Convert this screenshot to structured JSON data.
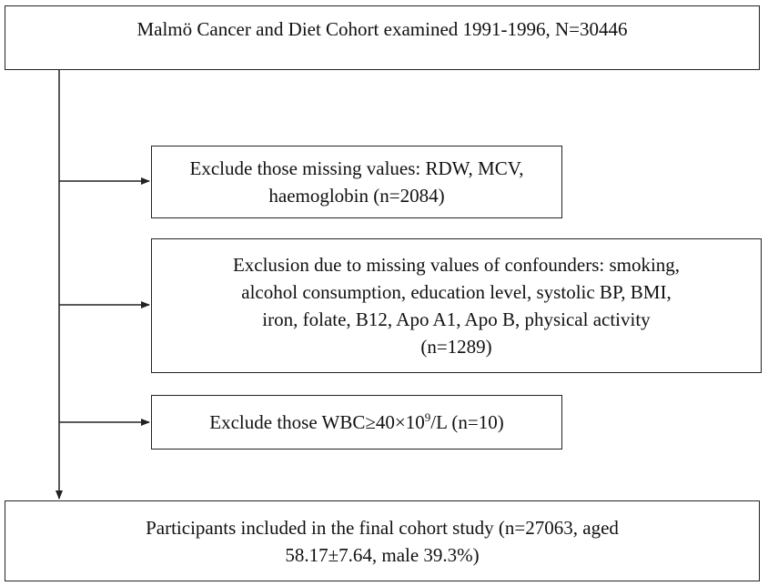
{
  "diagram": {
    "top_box": {
      "text": "Malmö Cancer and Diet Cohort examined 1991-1996, N=30446"
    },
    "exclusion_1": {
      "line1": "Exclude those missing values: RDW, MCV,",
      "line2": "haemoglobin (n=2084)"
    },
    "exclusion_2": {
      "line1": "Exclusion due to missing values of confounders:  smoking,",
      "line2": "alcohol consumption, education level, systolic BP, BMI,",
      "line3": "iron, folate, B12, Apo A1, Apo B, physical activity",
      "line4": "(n=1289)"
    },
    "exclusion_3": {
      "text_before_sup": "Exclude those WBC≥40×10",
      "superscript": "9",
      "text_after_sup": "/L (n=10)"
    },
    "final_box": {
      "line1": "Participants included in the final cohort study (n=27063, aged",
      "line2": "58.17±7.64, male 39.3%)"
    }
  },
  "colors": {
    "line": "#222222",
    "text": "#111111",
    "background": "#ffffff"
  }
}
